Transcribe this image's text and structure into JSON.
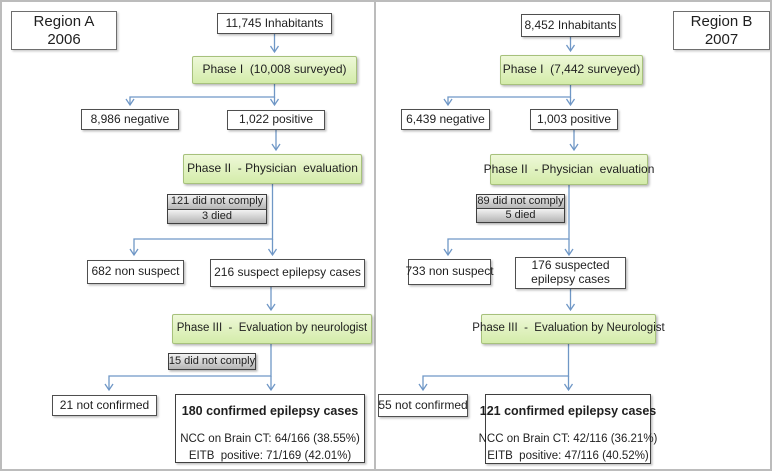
{
  "colors": {
    "arrow_blue": "#6f97c6",
    "phase_green_fill": "#d4ecaa",
    "phase_green_border": "#a7c17c",
    "note_gray_fill": "#c9c9c9",
    "box_border_dark": "#4f4f4f",
    "frame_gray": "#bcbcbc"
  },
  "region_a": {
    "name": "Region A",
    "year": "2006",
    "inhabitants": "11,745 Inhabitants",
    "phase1": "Phase I  (10,008 surveyed)",
    "screen_negative": "8,986 negative",
    "screen_positive": "1,022 positive",
    "phase2": "Phase II  - Physician  evaluation",
    "phase2_noncompliance": [
      "121 did not comply",
      "3 died"
    ],
    "non_suspect": "682 non suspect",
    "suspect": "216 suspect epilepsy cases",
    "phase3": "Phase III  -  Evaluation by neurologist",
    "phase3_noncompliance": "15 did not comply",
    "not_confirmed": "21 not confirmed",
    "confirmed": "180 confirmed epilepsy cases",
    "ncc_line": "NCC on Brain CT: 64/166 (38.55%)",
    "eitb_line": "EITB  positive: 71/169 (42.01%)"
  },
  "region_b": {
    "name": "Region B",
    "year": "2007",
    "inhabitants": "8,452 Inhabitants",
    "phase1": "Phase I  (7,442 surveyed)",
    "screen_negative": "6,439 negative",
    "screen_positive": "1,003 positive",
    "phase2": "Phase II  - Physician  evaluation",
    "phase2_noncompliance": [
      "89 did not comply",
      "5 died"
    ],
    "non_suspect": "733 non suspect",
    "suspect": "176 suspected epilepsy cases",
    "phase3": "Phase III  -  Evaluation by Neurologist",
    "not_confirmed": "55 not confirmed",
    "confirmed": "121 confirmed epilepsy cases",
    "ncc_line": "NCC on Brain CT: 42/116 (36.21%)",
    "eitb_line": "EITB  positive: 47/116 (40.52%)"
  }
}
